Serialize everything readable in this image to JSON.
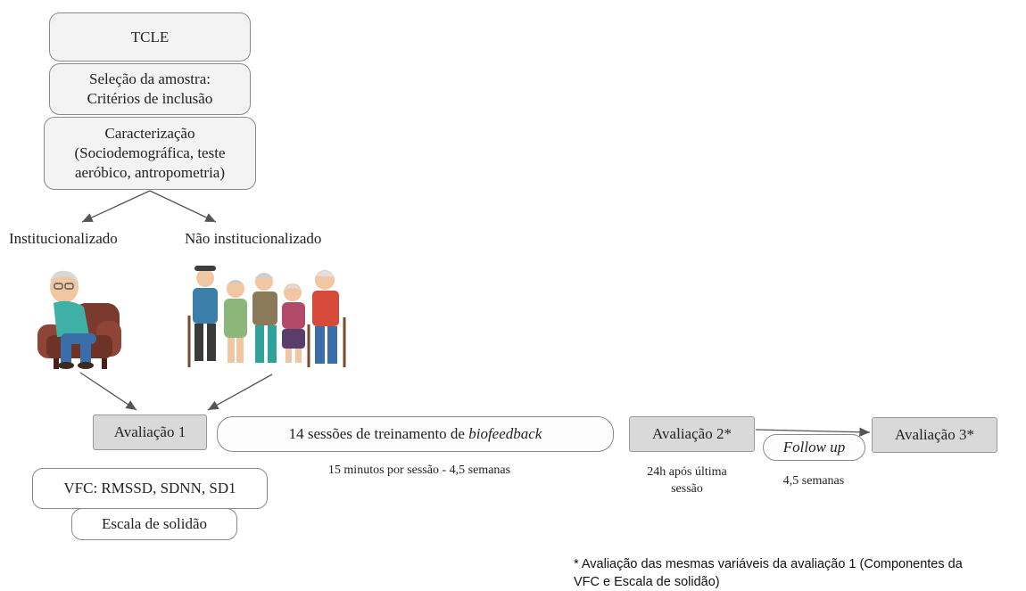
{
  "flow": {
    "tcle": "TCLE",
    "selection_line1": "Seleção da amostra:",
    "selection_line2": "Critérios de inclusão",
    "charac_line1": "Caracterização",
    "charac_line2": "(Sociodemográfica, teste",
    "charac_line3": "aeróbico, antropometria)",
    "group_inst": "Institucionalizado",
    "group_noninst": "Não institucionalizado"
  },
  "timeline": {
    "eval1": "Avaliação 1",
    "training_prefix": "14 sessões de treinamento de ",
    "training_italic": "biofeedback",
    "training_note": "15 minutos por sessão - 4,5 semanas",
    "eval2": "Avaliação 2*",
    "eval2_note_line1": "24h após última",
    "eval2_note_line2": "sessão",
    "followup": "Follow up",
    "followup_note": "4,5 semanas",
    "eval3": "Avaliação 3*"
  },
  "measures": {
    "vfc": "VFC: RMSSD, SDNN, SD1",
    "loneliness": "Escala de solidão"
  },
  "footnote": {
    "line1": "* Avaliação das mesmas variáveis da avaliação 1 (Componentes da",
    "line2": "VFC e Escala de solidão)"
  },
  "illustrations": {
    "institutionalized": "elderly-man-in-armchair",
    "non_institutionalized": "group-of-elderly-people"
  }
}
